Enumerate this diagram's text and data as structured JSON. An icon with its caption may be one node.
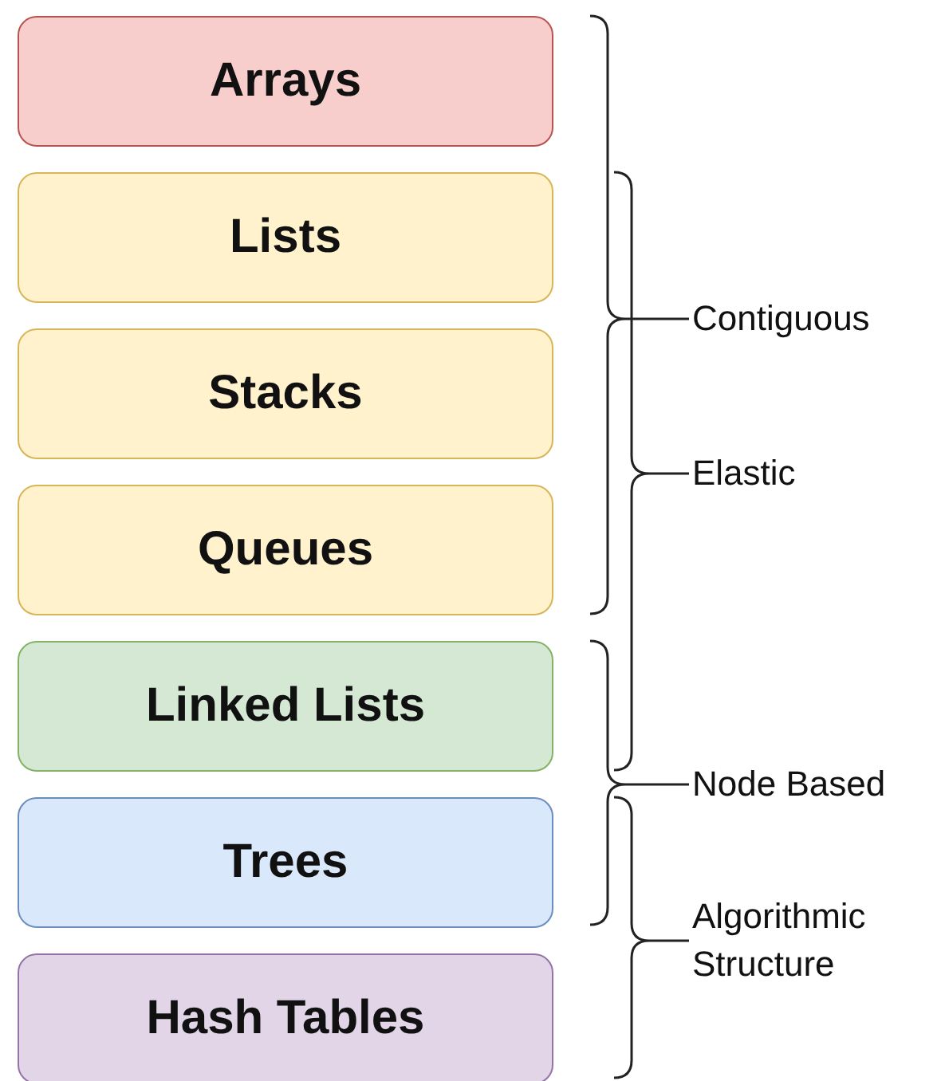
{
  "diagram": {
    "nodes": [
      {
        "text": [
          "Arrays"
        ]
      },
      {
        "text": [
          "Lists"
        ]
      },
      {
        "text": [
          "Stacks"
        ]
      },
      {
        "text": [
          "Queues"
        ]
      },
      {
        "text": [
          "Linked Lists"
        ]
      },
      {
        "text": [
          "Trees"
        ]
      },
      {
        "text": [
          "Hash Tables"
        ]
      }
    ],
    "labels": [
      "Contiguous",
      "Elastic",
      "Node Based",
      "Algorithmic Structure"
    ]
  }
}
